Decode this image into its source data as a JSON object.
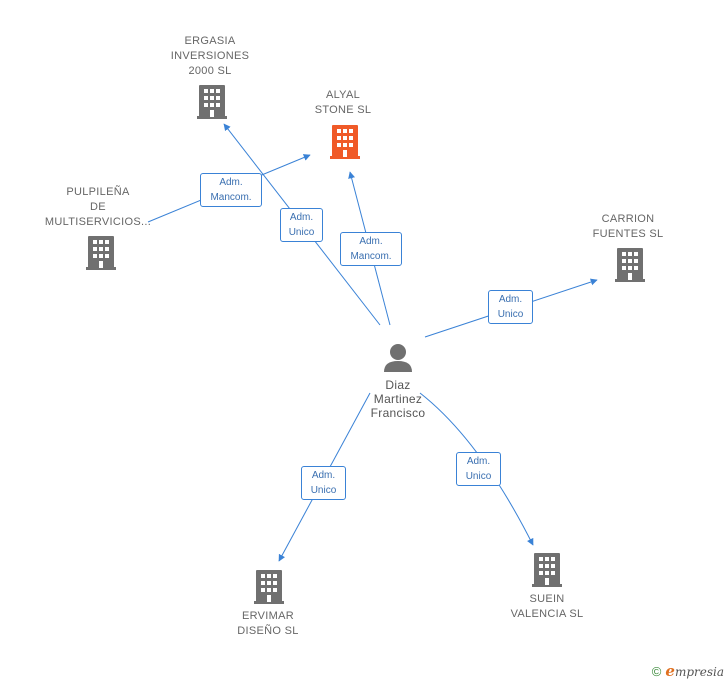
{
  "colors": {
    "edge": "#3a82d6",
    "building": "#707070",
    "building_highlight": "#f05a28",
    "person": "#707070",
    "label": "#666666"
  },
  "person": {
    "icon": "person-icon",
    "lines": [
      "Diaz",
      "Martinez",
      "Francisco"
    ]
  },
  "companies": [
    {
      "id": "ergasia",
      "lines": [
        "ERGASIA",
        "INVERSIONES",
        "2000 SL"
      ],
      "highlight": false
    },
    {
      "id": "alyal",
      "lines": [
        "ALYAL",
        "STONE SL"
      ],
      "highlight": true
    },
    {
      "id": "pulpilena",
      "lines": [
        "PULPILEÑA",
        "DE",
        "MULTISERVICIOS..."
      ],
      "highlight": false
    },
    {
      "id": "carrion",
      "lines": [
        "CARRION",
        "FUENTES SL"
      ],
      "highlight": false
    },
    {
      "id": "ervimar",
      "lines": [
        "ERVIMAR",
        "DISEÑO SL"
      ],
      "highlight": false
    },
    {
      "id": "suein",
      "lines": [
        "SUEIN",
        "VALENCIA SL"
      ],
      "highlight": false
    }
  ],
  "edges": [
    {
      "id": "e-pulpilena-alyal",
      "lines": [
        "Adm.",
        "Mancom."
      ]
    },
    {
      "id": "e-person-ergasia",
      "lines": [
        "Adm.",
        "Unico"
      ]
    },
    {
      "id": "e-person-alyal",
      "lines": [
        "Adm.",
        "Mancom."
      ]
    },
    {
      "id": "e-person-carrion",
      "lines": [
        "Adm.",
        "Unico"
      ]
    },
    {
      "id": "e-person-ervimar",
      "lines": [
        "Adm.",
        "Unico"
      ]
    },
    {
      "id": "e-person-suein",
      "lines": [
        "Adm.",
        "Unico"
      ]
    }
  ],
  "footer": {
    "copyright": "©",
    "brand_initial": "e",
    "brand_rest": "mpresia"
  }
}
